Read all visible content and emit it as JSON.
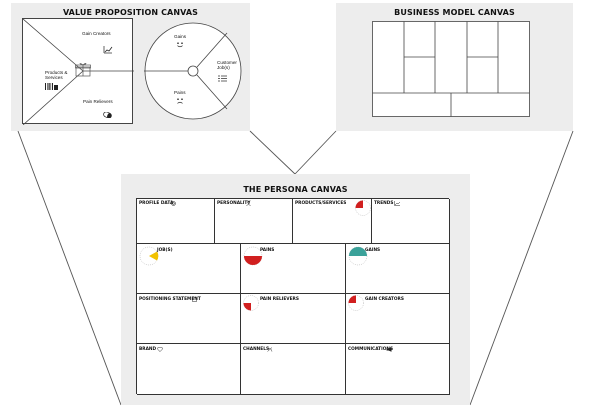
{
  "vpc": {
    "title": "VALUE PROPOSITION CANVAS",
    "gain_creators": "Gain Creators",
    "products_services": "Products & Services",
    "pain_relievers": "Pain Relievers",
    "gains": "Gains",
    "pains": "Pains",
    "customer_jobs": "Customer Job(s)"
  },
  "bmc": {
    "title": "BUSINESS MODEL CANVAS"
  },
  "persona": {
    "title": "THE PERSONA CANVAS",
    "profile_data": "PROFILE DATA",
    "personality": "PERSONALITY",
    "products_services": "PRODUCTS/SERVICES",
    "trends": "TRENDS",
    "jobs": "JOB(S)",
    "pains": "PAINS",
    "gains": "GAINS",
    "positioning_statement": "POSITIONING STATEMENT",
    "pain_relievers": "PAIN RELIEVERS",
    "gain_creators": "GAIN CREATORS",
    "brand": "BRAND",
    "channels": "CHANNELS",
    "communications": "COMMUNICATIONS"
  },
  "colors": {
    "panel_bg": "#ededed",
    "jobs_yellow": "#f2c200",
    "pains_red": "#d11f1f",
    "gains_teal": "#3ba29a",
    "line": "#333333"
  }
}
